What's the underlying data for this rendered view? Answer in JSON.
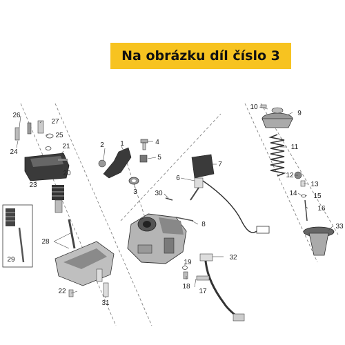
{
  "banner": {
    "text": "Na obrázku díl číslo 3",
    "bg": "#f7c320"
  },
  "callouts": [
    "1",
    "2",
    "3",
    "4",
    "5",
    "6",
    "7",
    "8",
    "9",
    "10",
    "11",
    "12",
    "13",
    "14",
    "15",
    "16",
    "17",
    "18",
    "19",
    "20",
    "21",
    "22",
    "23",
    "24",
    "25",
    "26",
    "27",
    "28",
    "29",
    "30",
    "31",
    "32",
    "33"
  ],
  "colors": {
    "line": "#555555",
    "part_dark": "#3a3a3a",
    "part_mid": "#8a8a8a",
    "part_light": "#cfcfcf"
  }
}
